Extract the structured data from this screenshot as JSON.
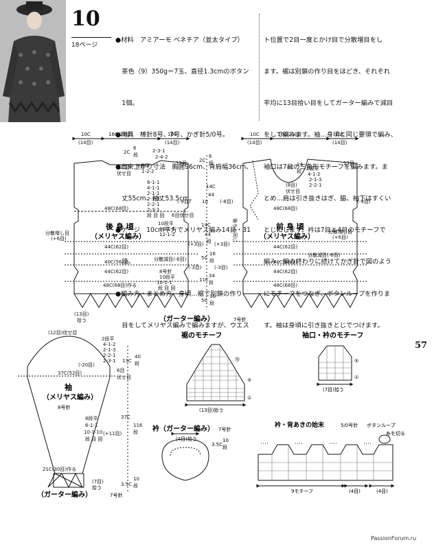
{
  "header": {
    "pattern_number": "10",
    "page_ref": "18ページ"
  },
  "instructions": {
    "col1": [
      "●材料　アミアーモ ベネチア（並太タイプ）",
      "　茶色（9）350g＝7玉、直径1.3cmのボタン",
      "　1個。",
      "●用具　棒針8号、7号、かぎ針5/0号。",
      "●出来上がり寸法　胸囲96cm、背肩幅36cm、",
      "　丈55cm、袖丈53.5cm。",
      "●ゲージ　10cm平方でメリヤス編み14目・31",
      "　段。",
      "●編み方・まとめ方　身頃…裾で別鎖の作り",
      "　目をしてメリヤス編みで編みますが、ウエス"
    ],
    "col2": [
      "ト位置で2目一度とかけ目で分散増目をし",
      "ます。裾は別鎖の作り目をほどき、それぞれ",
      "平均に13目拾い目をしてガーター編みで減目",
      "をして編みます。袖…身頃と同じ要領で編み、",
      "袖口は7目の三角形モチーフを編みます。ま",
      "とめ…肩は引き抜きはぎ、脇、袖下はすくい",
      "とじにします。衿は7目と4目のモチーフで",
      "編み、編み終わりに続けてかぎ針で図のよう",
      "にモチーフをつなぎ、ボタンループを作りま",
      "す。袖は身頃に引き抜きとじでつけます。"
    ]
  },
  "back": {
    "title": "後 身 頃",
    "subtitle": "（メリヤス編み）",
    "top_dims": [
      "16C(22目)",
      "10C",
      "(14目)",
      "10C",
      "(14目)"
    ],
    "neck": [
      "2C",
      "6",
      "段",
      "2-3-1",
      "2-4-2",
      "2段平",
      "(10目)",
      "伏せ目",
      "1-2-2",
      "13目"
    ],
    "armhole": [
      "6-1-1",
      "4-1-1",
      "2-1-1",
      "2-1-3",
      "2-2-1",
      "2-3-1",
      "(-9目)",
      "6目伏せ目",
      "段 目 回"
    ],
    "body": [
      "48C(68目)",
      "10段平",
      "16-1-1",
      "12-1-2",
      "分散増し目",
      "(+6目)",
      "44C(62目)",
      "40C(56目)",
      "分散減目(-6目)",
      "44C(62目)",
      "8号針",
      "48C(68目)作る",
      "10段平",
      "10-1-1",
      "段 目 回",
      "(13目)",
      "拾う"
    ]
  },
  "front": {
    "title": "前 身 頃",
    "subtitle": "（メリヤス編み）",
    "top_dims": [
      "10C",
      "(14目)",
      "16C(22目)",
      "10C",
      "(14目)"
    ],
    "neck": [
      "8C",
      "24",
      "段",
      "2段平",
      "4-1-2",
      "2-1-3",
      "2-2-1",
      "(8目)",
      "伏せ目",
      "13目"
    ],
    "body": [
      "48C(68目)",
      "分散増し目",
      "(+6目)",
      "44C(62目)",
      "40C(56目)",
      "分散減目(-6目)",
      "44C(62目)",
      "48C(68目)",
      "(-8目)",
      "(-9目)",
      "後ろと同じ"
    ],
    "middle": [
      "2C",
      "6",
      "段",
      "14C",
      "44",
      "段",
      "5C",
      "16",
      "段",
      "11C",
      "34",
      "段",
      "5C",
      "16",
      "段",
      "(+3目)",
      "(+3目)",
      "(-3目)",
      "(-3目)",
      "(+3目)",
      "(+3目)",
      "(-3目)",
      "(-3目)"
    ]
  },
  "garter_label": "（ガーター編み）",
  "needle7": "7号針",
  "sleeve": {
    "title": "袖",
    "subtitle": "（メリヤス編み）",
    "needle": "8号針",
    "cap": [
      "(12目)伏せ目",
      "2段平",
      "4-1-2",
      "2-1-3",
      "2-2-1",
      "2-3-1",
      "(-20目)",
      "6目",
      "伏せ目",
      "37C(52目)",
      "13C",
      "40",
      "段"
    ],
    "body": [
      "8段平",
      "6-1-1",
      "10-1-10",
      "段 目 回",
      "(+11目)",
      "37C",
      "116",
      "段",
      "21C(30目)作る",
      "(7目)",
      "拾う",
      "3.5C",
      "10",
      "段"
    ]
  },
  "motifs": {
    "hem_title": "裾のモチーフ",
    "hem_marks": [
      "⑬",
      "⑤",
      "①"
    ],
    "hem_pick": "(13目)拾う",
    "cuff_title": "袖口・衿のモチーフ",
    "cuff_marks": [
      "⑤",
      "①"
    ],
    "cuff_pick": "(7目)拾う",
    "collar_title": "衿（ガーター編み）",
    "collar_needle": "7号針",
    "collar_pick": "(4目)拾う",
    "collar_dims": [
      "3.5C",
      "10",
      "段"
    ],
    "finish_title": "衿・背あきの始末",
    "hook": "5/0号針",
    "button_loop": "ボタンループ",
    "cut_yarn": "糸を切る",
    "finish_bottom": [
      "9モチーフ",
      "(4目)",
      "(4目)"
    ]
  },
  "page_number": "57",
  "footer": "PassionForum.ru"
}
